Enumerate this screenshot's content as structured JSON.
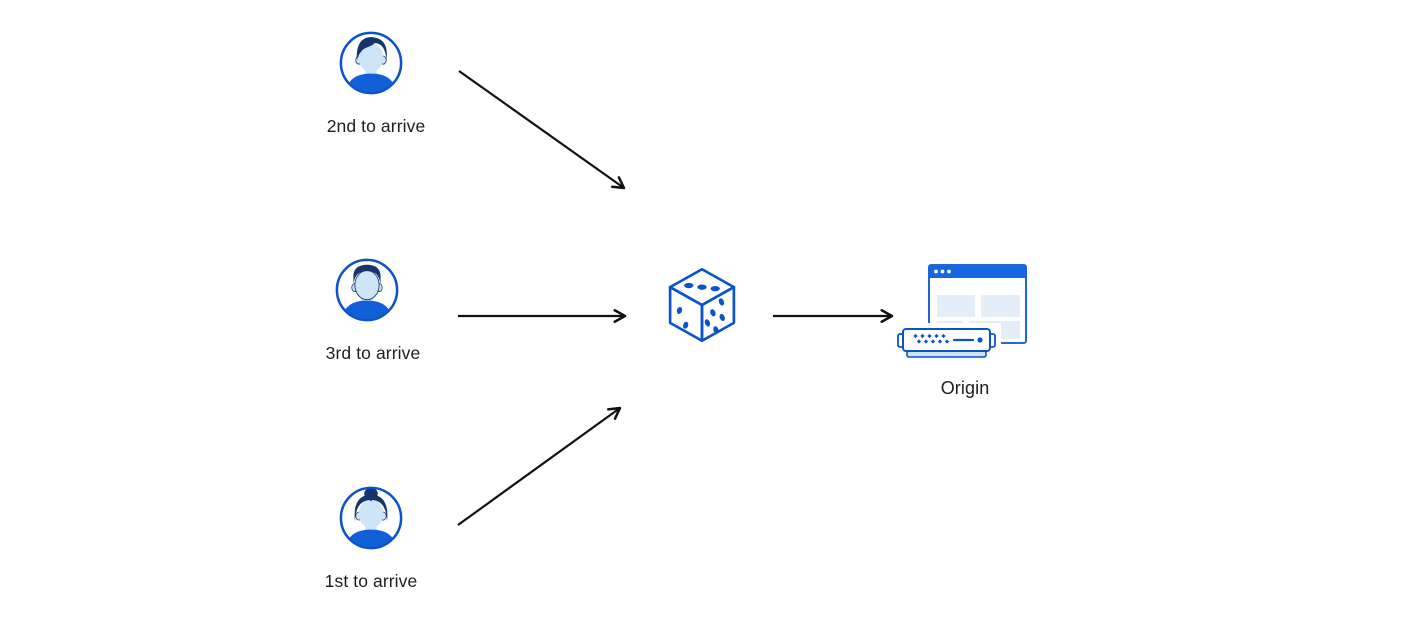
{
  "nodes": {
    "user_second": {
      "label": "2nd to arrive",
      "icon": "user-avatar-male-swept-hair-icon"
    },
    "user_third": {
      "label": "3rd to arrive",
      "icon": "user-avatar-male-short-hair-icon"
    },
    "user_first": {
      "label": "1st to arrive",
      "icon": "user-avatar-female-bun-icon"
    },
    "randomizer": {
      "icon": "dice-icon"
    },
    "origin": {
      "label": "Origin",
      "icon": "origin-server-browser-icon"
    }
  },
  "edges": [
    {
      "from": "user_second",
      "to": "randomizer"
    },
    {
      "from": "user_third",
      "to": "randomizer"
    },
    {
      "from": "user_first",
      "to": "randomizer"
    },
    {
      "from": "randomizer",
      "to": "origin"
    }
  ],
  "colors": {
    "background": "#ffffff",
    "primary_blue": "#0b53c8",
    "dark_navy": "#17356b",
    "light_blue_fill": "#cde5f7",
    "panel_blue": "#e3eef9",
    "header_blue": "#1568e0",
    "shirt_blue": "#1160d8",
    "server_base_blue": "#cfe4f7",
    "arrow_black": "#111111",
    "label_text": "#1d1d1f"
  }
}
